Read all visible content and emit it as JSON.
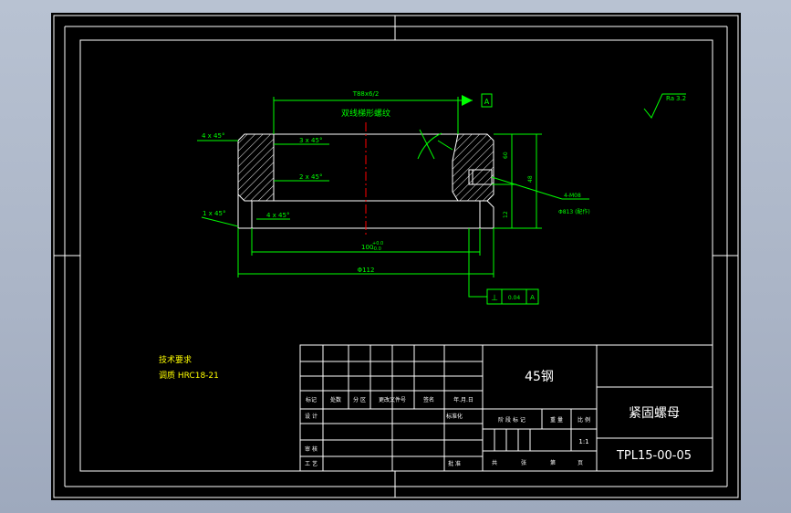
{
  "drawing": {
    "notes": {
      "dim_top": "T88x6/2",
      "thread_note": "双线梯形螺纹",
      "chamfer_left_top": "4 x 45°",
      "chamfer_inner_1": "3 x 45°",
      "chamfer_inner_2": "2 x 45°",
      "chamfer_left_bottom": "1 x 45°",
      "chamfer_bottom": "4 x 45°",
      "dim_inner_diameter": "100",
      "dim_inner_tol_upper": "+0.0",
      "dim_inner_tol_lower": "-0.0",
      "dim_outer_diameter": "Φ112",
      "dim_right_1": "60",
      "dim_right_2": "48",
      "dim_right_3": "12",
      "screw_note_1": "4-M08",
      "screw_note_2": "Φ813 (配作)",
      "datum_label": "A",
      "roughness": "3.2",
      "perp_symbol": "⊥",
      "perp_value": "0.04",
      "perp_datum": "A",
      "tech_title": "技术要求",
      "tech_item": "调质 HRC18-21"
    },
    "title_block": {
      "material": "45钢",
      "part_name": "紧固螺母",
      "drawing_no": "TPL15-00-05",
      "scale": "1:1",
      "headers": [
        "标记",
        "处数",
        "分 区",
        "更改文件号",
        "签名",
        "年.月.日"
      ],
      "row_design": "设 计",
      "row_standard": "标准化",
      "row_review": "审 核",
      "row_process": "工 艺",
      "row_approve": "批 准",
      "stage_headers": [
        "阶 段 标 记",
        "重 量",
        "比 例"
      ],
      "sheets": [
        "共",
        "张",
        "第",
        "页"
      ]
    }
  }
}
